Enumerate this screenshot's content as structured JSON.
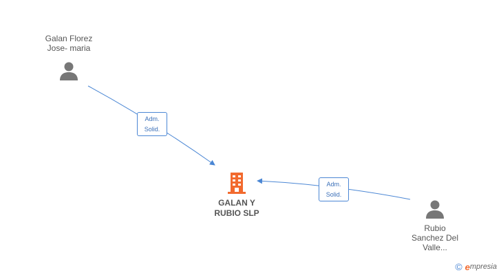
{
  "nodes": {
    "person1": {
      "name": "Galan Florez\nJose- maria"
    },
    "person2": {
      "name": "Rubio\nSanchez Del\nValle..."
    },
    "company": {
      "name": "GALAN Y\nRUBIO  SLP"
    }
  },
  "edges": {
    "edge1": {
      "label": "Adm.\nSolid."
    },
    "edge2": {
      "label": "Adm.\nSolid."
    }
  },
  "brand": {
    "copyright": "©",
    "initial": "e",
    "rest": "mpresia"
  },
  "colors": {
    "edge": "#4a86d4",
    "person_icon": "#777777",
    "company_icon": "#f26a2e"
  }
}
